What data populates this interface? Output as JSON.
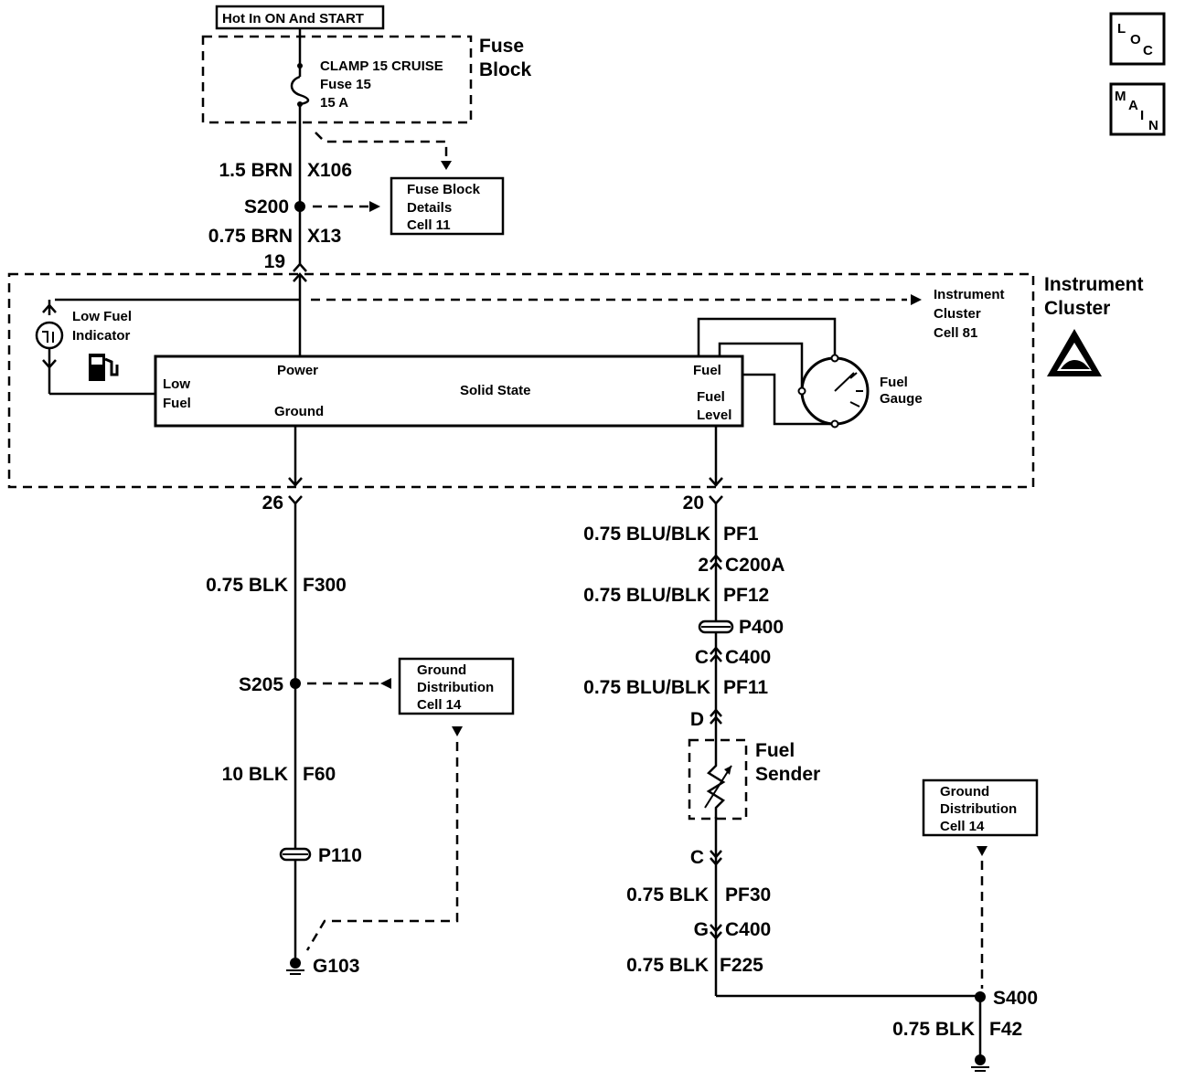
{
  "header": {
    "hot_in": "Hot In ON And START"
  },
  "nav": {
    "loc": [
      "L",
      "O",
      "C"
    ],
    "main": [
      "M",
      "A",
      "I",
      "N"
    ]
  },
  "fuse_block": {
    "title_line1": "Fuse",
    "title_line2": "Block",
    "fuse_name": "CLAMP 15 CRUISE",
    "fuse_id": "Fuse 15",
    "fuse_rating": "15 A"
  },
  "refs": {
    "fuse_block_details": [
      "Fuse Block",
      "Details",
      "Cell 11"
    ],
    "instrument_cluster": [
      "Instrument",
      "Cluster",
      "Cell 81"
    ],
    "ground_dist_left": [
      "Ground",
      "Distribution",
      "Cell 14"
    ],
    "ground_dist_right": [
      "Ground",
      "Distribution",
      "Cell 14"
    ]
  },
  "wires_power": [
    {
      "gauge": "1.5 BRN",
      "circuit": "X106"
    },
    {
      "gauge": "0.75 BRN",
      "circuit": "X13"
    }
  ],
  "splices": {
    "s200": "S200",
    "s205": "S205",
    "s400": "S400"
  },
  "cluster": {
    "title_line1": "Instrument",
    "title_line2": "Cluster",
    "pin_power": "19",
    "pin_ground": "26",
    "pin_fuel": "20",
    "low_fuel_indicator": [
      "Low Fuel",
      "Indicator"
    ],
    "module_power": "Power",
    "module_ground": "Ground",
    "module_center": "Solid State",
    "module_low_fuel": [
      "Low",
      "Fuel"
    ],
    "module_fuel": "Fuel",
    "module_fuel_level": [
      "Fuel",
      "Level"
    ],
    "fuel_gauge": [
      "Fuel",
      "Gauge"
    ]
  },
  "ground_left": {
    "wire1": {
      "gauge": "0.75 BLK",
      "circuit": "F300"
    },
    "wire2": {
      "gauge": "10 BLK",
      "circuit": "F60"
    },
    "passthrough": "P110",
    "ground": "G103"
  },
  "fuel_right": {
    "wire1": {
      "gauge": "0.75 BLU/BLK",
      "circuit": "PF1"
    },
    "conn1_pin": "2",
    "conn1": "C200A",
    "wire2": {
      "gauge": "0.75 BLU/BLK",
      "circuit": "PF12"
    },
    "passthrough": "P400",
    "conn2_pin_left": "C",
    "conn2": "C400",
    "wire3": {
      "gauge": "0.75 BLU/BLK",
      "circuit": "PF11"
    },
    "sender_pin_top": "D",
    "sender": [
      "Fuel",
      "Sender"
    ],
    "sender_pin_bottom": "C",
    "wire4": {
      "gauge": "0.75 BLK",
      "circuit": "PF30"
    },
    "conn3_pin_left": "G",
    "conn3": "C400",
    "wire5": {
      "gauge": "0.75 BLK",
      "circuit": "F225"
    },
    "wire6": {
      "gauge": "0.75 BLK",
      "circuit": "F42"
    }
  }
}
